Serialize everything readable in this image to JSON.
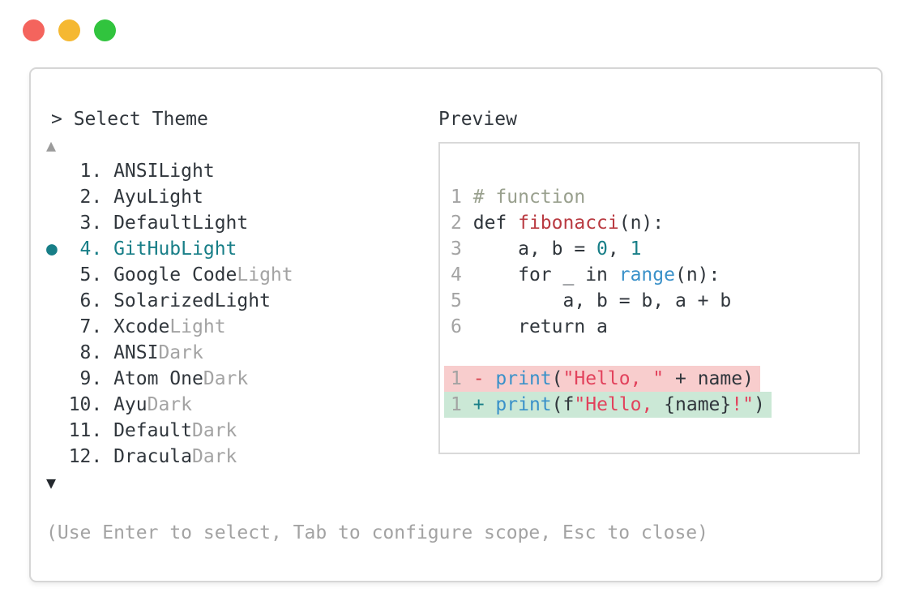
{
  "window": {
    "traffic_lights": [
      {
        "name": "close",
        "color": "#f4645d"
      },
      {
        "name": "minimize",
        "color": "#f5b831"
      },
      {
        "name": "zoom",
        "color": "#31c43e"
      }
    ]
  },
  "theme_picker": {
    "prompt": "> Select Theme",
    "scroll_up": "▲",
    "scroll_down": "▼",
    "items": [
      {
        "num": "1.",
        "name": "ANSI",
        "variant": "Light",
        "variant_muted": false,
        "selected": false
      },
      {
        "num": "2.",
        "name": "Ayu",
        "variant": "Light",
        "variant_muted": false,
        "selected": false
      },
      {
        "num": "3.",
        "name": "Default",
        "variant": "Light",
        "variant_muted": false,
        "selected": false
      },
      {
        "num": "4.",
        "name": "GitHub",
        "variant": "Light",
        "variant_muted": false,
        "selected": true
      },
      {
        "num": "5.",
        "name": "Google Code",
        "variant": "Light",
        "variant_muted": true,
        "selected": false
      },
      {
        "num": "6.",
        "name": "Solarized",
        "variant": "Light",
        "variant_muted": false,
        "selected": false
      },
      {
        "num": "7.",
        "name": "Xcode",
        "variant": "Light",
        "variant_muted": true,
        "selected": false
      },
      {
        "num": "8.",
        "name": "ANSI",
        "variant": "Dark",
        "variant_muted": true,
        "selected": false
      },
      {
        "num": "9.",
        "name": "Atom One",
        "variant": "Dark",
        "variant_muted": true,
        "selected": false
      },
      {
        "num": "10.",
        "name": "Ayu",
        "variant": "Dark",
        "variant_muted": true,
        "selected": false
      },
      {
        "num": "11.",
        "name": "Default",
        "variant": "Dark",
        "variant_muted": true,
        "selected": false
      },
      {
        "num": "12.",
        "name": "Dracula",
        "variant": "Dark",
        "variant_muted": true,
        "selected": false
      }
    ],
    "help": "(Use Enter to select, Tab to configure scope, Esc to close)"
  },
  "preview": {
    "title": "Preview",
    "code_lines": [
      {
        "num": "1",
        "tokens": [
          {
            "t": "# function",
            "c": "comment"
          }
        ]
      },
      {
        "num": "2",
        "tokens": [
          {
            "t": "def ",
            "c": "plain"
          },
          {
            "t": "fibonacci",
            "c": "function"
          },
          {
            "t": "(n):",
            "c": "plain"
          }
        ]
      },
      {
        "num": "3",
        "tokens": [
          {
            "t": "    a, b = ",
            "c": "plain"
          },
          {
            "t": "0",
            "c": "number"
          },
          {
            "t": ", ",
            "c": "plain"
          },
          {
            "t": "1",
            "c": "number"
          }
        ]
      },
      {
        "num": "4",
        "tokens": [
          {
            "t": "    for _ in ",
            "c": "plain"
          },
          {
            "t": "range",
            "c": "builtin"
          },
          {
            "t": "(n):",
            "c": "plain"
          }
        ]
      },
      {
        "num": "5",
        "tokens": [
          {
            "t": "        a, b = b, a + b",
            "c": "plain"
          }
        ]
      },
      {
        "num": "6",
        "tokens": [
          {
            "t": "    return a",
            "c": "plain"
          }
        ]
      }
    ],
    "diff_lines": [
      {
        "num": "1",
        "kind": "deletion",
        "tokens": [
          {
            "t": "- ",
            "c": "deletion"
          },
          {
            "t": "print",
            "c": "builtin"
          },
          {
            "t": "(",
            "c": "plain"
          },
          {
            "t": "\"Hello, \"",
            "c": "string"
          },
          {
            "t": " + name)",
            "c": "plain"
          }
        ]
      },
      {
        "num": "1",
        "kind": "addition",
        "tokens": [
          {
            "t": "+ ",
            "c": "addition"
          },
          {
            "t": "print",
            "c": "builtin"
          },
          {
            "t": "(f",
            "c": "plain"
          },
          {
            "t": "\"Hello, ",
            "c": "string"
          },
          {
            "t": "{name}",
            "c": "plain"
          },
          {
            "t": "!\"",
            "c": "string"
          },
          {
            "t": ")",
            "c": "plain"
          }
        ]
      }
    ]
  },
  "colors": {
    "accent_teal": "#177e87",
    "text": "#30363c",
    "muted": "#a3a3a3",
    "comment": "#99a08e",
    "function_red": "#b93a41",
    "string_red": "#e2425c",
    "builtin_blue": "#3a91c9",
    "deletion_fg": "#d6434e",
    "deletion_bg": "#f8cdcd",
    "addition_bg": "#cbe8d6",
    "panel_border": "#d6d6d6",
    "scroll_down_dark": "#24292e",
    "scroll_up_gray": "#9b9b9b"
  }
}
